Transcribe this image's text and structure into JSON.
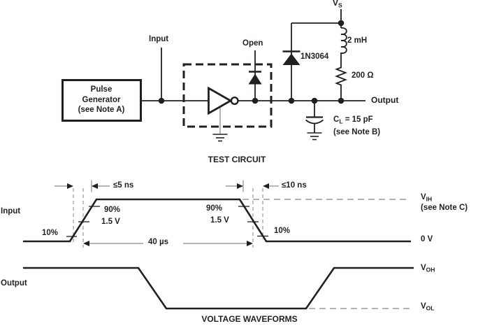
{
  "colors": {
    "ink": "#231f20",
    "dim_line": "#8a8a8a",
    "background": "#ffffff"
  },
  "circuit": {
    "title": "TEST CIRCUIT",
    "pulse_generator": {
      "line1": "Pulse",
      "line2": "Generator",
      "line3": "(see Note A)"
    },
    "input_label": "Input",
    "open_label": "Open",
    "vs": {
      "main": "V",
      "sub": "S"
    },
    "inductor_label": "2 mH",
    "resistor_label": "200 Ω",
    "diode_label": "1N3064",
    "output_label": "Output",
    "cap": {
      "main": "C",
      "sub": "L",
      "rest": " = 15 pF"
    },
    "cap_note": "(see Note B)"
  },
  "waveforms": {
    "title": "VOLTAGE WAVEFORMS",
    "input_label": "Input",
    "output_label": "Output",
    "rise_time_label": "≤5 ns",
    "fall_time_label": "≤10 ns",
    "pulse_width_label": "40 µs",
    "rising_edge": {
      "p10": "10%",
      "p90": "90%",
      "mid": "1.5 V"
    },
    "falling_edge": {
      "p90": "90%",
      "mid": "1.5 V",
      "p10": "10%"
    },
    "vih": {
      "main": "V",
      "sub": "IH"
    },
    "vih_note": "(see Note C)",
    "zero_level": "0 V",
    "voh": {
      "main": "V",
      "sub": "OH"
    },
    "vol": {
      "main": "V",
      "sub": "OL"
    }
  }
}
